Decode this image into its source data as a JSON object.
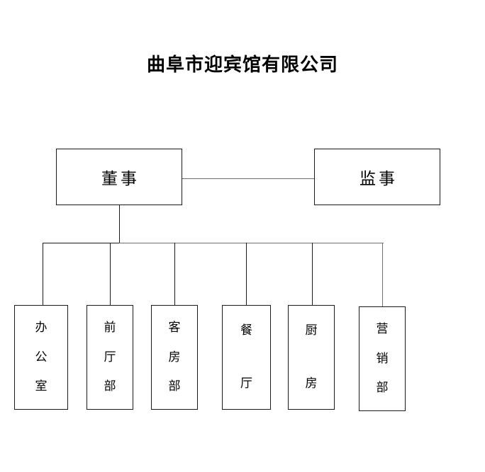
{
  "document": {
    "title": "曲阜市迎宾馆有限公司"
  },
  "org_chart": {
    "type": "organization-chart",
    "top_level": [
      {
        "id": "director",
        "label": "董事",
        "orientation": "horizontal"
      },
      {
        "id": "supervisor",
        "label": "监事",
        "orientation": "horizontal"
      }
    ],
    "departments": [
      {
        "id": "office",
        "label": "办公室",
        "chars": [
          "办",
          "公",
          "室"
        ]
      },
      {
        "id": "front-desk",
        "label": "前厅部",
        "chars": [
          "前",
          "厅",
          "部"
        ]
      },
      {
        "id": "guest-room",
        "label": "客房部",
        "chars": [
          "客",
          "房",
          "部"
        ]
      },
      {
        "id": "restaurant",
        "label": "餐厅",
        "chars": [
          "餐",
          "厅"
        ]
      },
      {
        "id": "kitchen",
        "label": "厨房",
        "chars": [
          "厨",
          "房"
        ]
      },
      {
        "id": "marketing",
        "label": "营销部",
        "chars": [
          "营",
          "销",
          "部"
        ]
      }
    ],
    "relations": [
      {
        "from": "director",
        "to": "supervisor",
        "style": "horizontal-link"
      },
      {
        "from": "director",
        "to": "office",
        "style": "tree-branch"
      },
      {
        "from": "director",
        "to": "front-desk",
        "style": "tree-branch"
      },
      {
        "from": "director",
        "to": "guest-room",
        "style": "tree-branch"
      },
      {
        "from": "director",
        "to": "restaurant",
        "style": "tree-branch"
      },
      {
        "from": "director",
        "to": "kitchen",
        "style": "tree-branch"
      },
      {
        "from": "director",
        "to": "marketing",
        "style": "tree-branch"
      }
    ],
    "colors": {
      "line": "#1a1a1a",
      "line_soft": "#6e6e6e",
      "text": "#000000",
      "background": "#ffffff"
    }
  }
}
